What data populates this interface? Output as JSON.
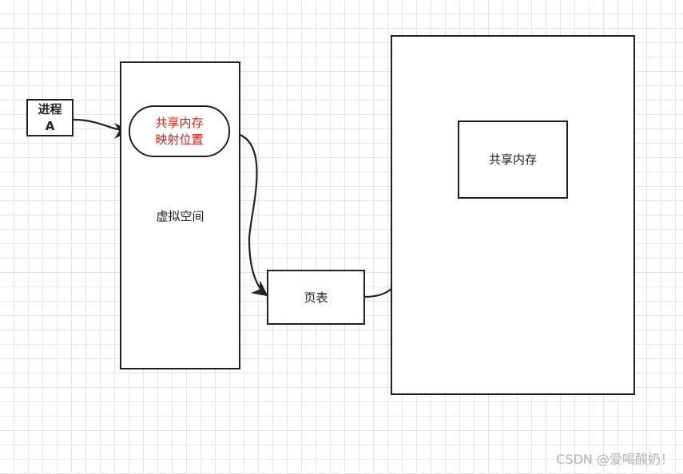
{
  "diagram": {
    "process": {
      "line1": "进程",
      "line2": "A"
    },
    "virtual_space": {
      "label": "虚拟空间"
    },
    "mapping": {
      "line1": "共享内存",
      "line2": "映射位置",
      "text_color": "#d0211c"
    },
    "page_table": {
      "label": "页表"
    },
    "physical_memory": {
      "label": ""
    },
    "shared_memory": {
      "label": "共享内存"
    }
  },
  "watermark": "CSDN @爱喝酸奶！",
  "colors": {
    "stroke": "#222222",
    "grid": "#e6e6e6",
    "highlight_text": "#d0211c",
    "watermark": "#b3b3b3"
  }
}
